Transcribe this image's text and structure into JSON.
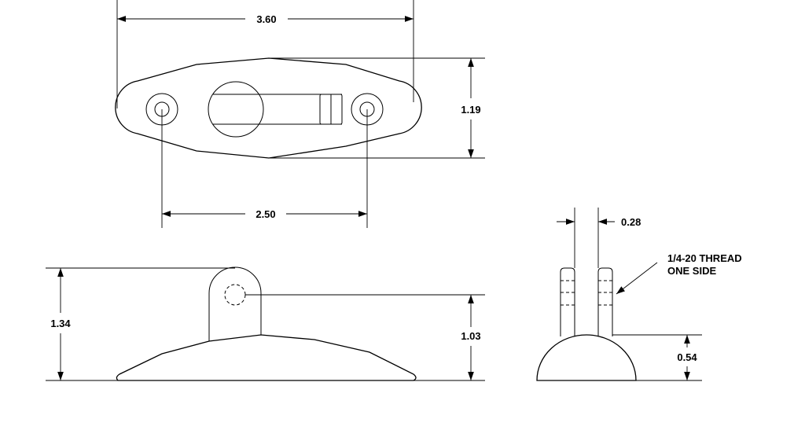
{
  "drawing": {
    "dimensions": {
      "overall_length": "3.60",
      "overall_width": "1.19",
      "hole_spacing": "2.50",
      "overall_height": "1.34",
      "hole_center_height": "1.03",
      "tab_gap": "0.28",
      "base_height": "0.54"
    },
    "note": {
      "line1": "1/4-20 THREAD",
      "line2": "ONE SIDE"
    }
  }
}
